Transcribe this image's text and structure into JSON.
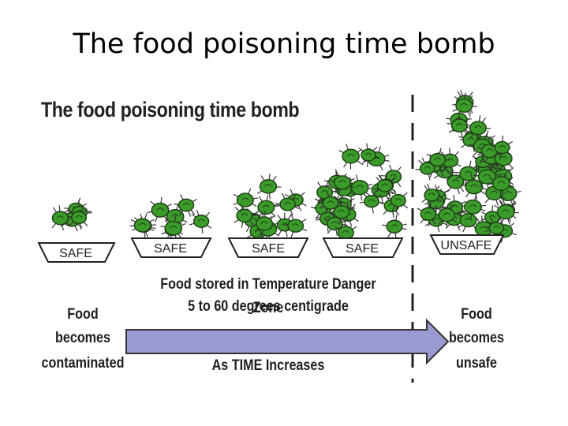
{
  "slide": {
    "title": "The food poisoning time bomb"
  },
  "diagram": {
    "title": "The food poisoning time bomb",
    "stages": [
      {
        "label": "SAFE",
        "microbes": 5
      },
      {
        "label": "SAFE",
        "microbes": 8
      },
      {
        "label": "SAFE",
        "microbes": 12
      },
      {
        "label": "SAFE",
        "microbes": 26
      },
      {
        "label": "UNSAFE",
        "microbes": 48
      }
    ],
    "zone_line1": "Food stored in Temperature Danger Zone",
    "zone_line2": "5 to 60 degrees centigrade",
    "start_label": [
      "Food",
      "becomes",
      "contaminated"
    ],
    "end_label": [
      "Food",
      "becomes",
      "unsafe"
    ],
    "arrow_label": "As TIME Increases",
    "colors": {
      "microbe": "#3a9a2a",
      "arrow": "#9a9ad2",
      "ink": "#1e1e1e"
    }
  }
}
